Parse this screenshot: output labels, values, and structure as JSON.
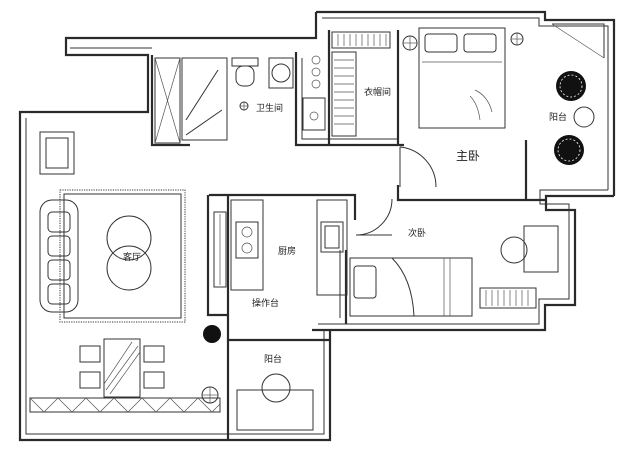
{
  "rooms": {
    "bathroom": "卫生间",
    "wardrobe": "衣帽间",
    "master_bedroom": "主卧",
    "balcony_top": "阳台",
    "kitchen": "厨房",
    "counter": "操作台",
    "second_bedroom": "次卧",
    "balcony_bottom": "阳台",
    "living_room": "客厅"
  },
  "colors": {
    "wall": "#2a2a2a",
    "line": "#333333",
    "dark_fill": "#111111"
  }
}
